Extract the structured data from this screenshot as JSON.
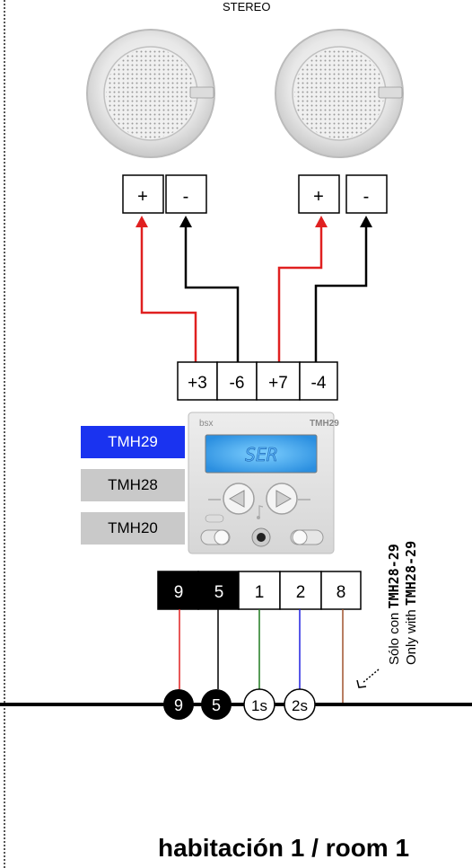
{
  "header": {
    "stereo_label": "STEREO"
  },
  "speaker_terminals": [
    "+",
    "-",
    "+",
    "-"
  ],
  "amp_terminals": [
    "+3",
    "-6",
    "+7",
    "-4"
  ],
  "models": [
    "TMH29",
    "TMH28",
    "TMH20"
  ],
  "device": {
    "brand": "bsx",
    "model": "TMH29",
    "display_text": "SER"
  },
  "bottom_terminals": [
    "9",
    "5",
    "1",
    "2",
    "8"
  ],
  "bus_nodes": [
    "9",
    "5",
    "1s",
    "2s"
  ],
  "note": {
    "es_prefix": "Sólo con ",
    "es_model": "TMH28-29",
    "en_prefix": "Only with ",
    "en_model": "TMH28-29"
  },
  "room_label": "habitación 1 / room 1",
  "colors": {
    "positive_wire": "#e02020",
    "negative_wire": "#000000",
    "wire_1": "#1f7a1f",
    "wire_2": "#2020e0",
    "wire_8": "#a0522d",
    "tmh29_badge": "#1a33f0",
    "inactive_badge": "#c9c9c9"
  }
}
